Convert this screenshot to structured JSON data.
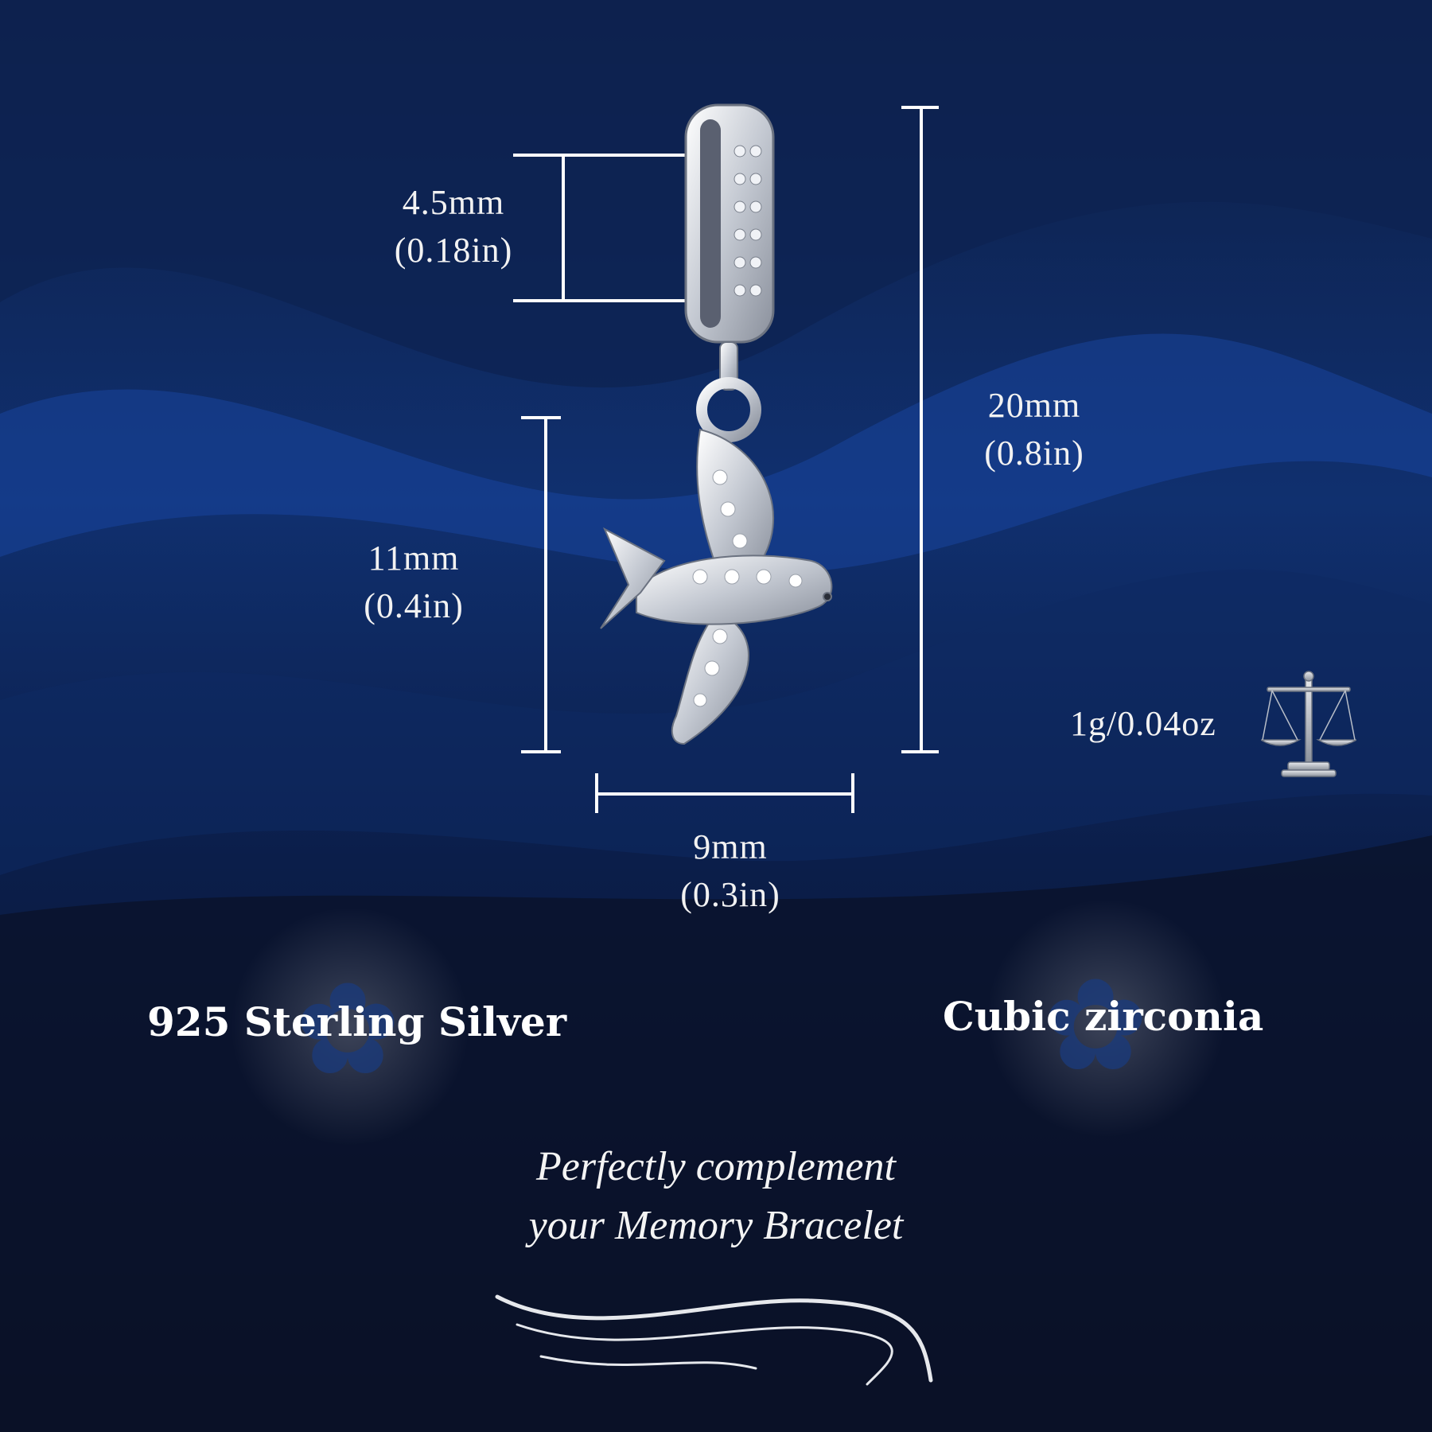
{
  "dimensions": {
    "hole": {
      "mm": "4.5mm",
      "in": "(0.18in)"
    },
    "total_height": {
      "mm": "20mm",
      "in": "(0.8in)"
    },
    "charm_height": {
      "mm": "11mm",
      "in": "(0.4in)"
    },
    "width": {
      "mm": "9mm",
      "in": "(0.3in)"
    }
  },
  "weight": {
    "text": "1g/0.04oz",
    "icon": "balance-scale-icon"
  },
  "features": {
    "material": "925 Sterling Silver",
    "stone": "Cubic zirconia"
  },
  "tagline": {
    "line1": "Perfectly complement",
    "line2": "your Memory Bracelet"
  },
  "colors": {
    "background_dark": "#0a1428",
    "background_blue": "#123a8a",
    "silver": "#d8dce4",
    "text": "#ffffff"
  }
}
